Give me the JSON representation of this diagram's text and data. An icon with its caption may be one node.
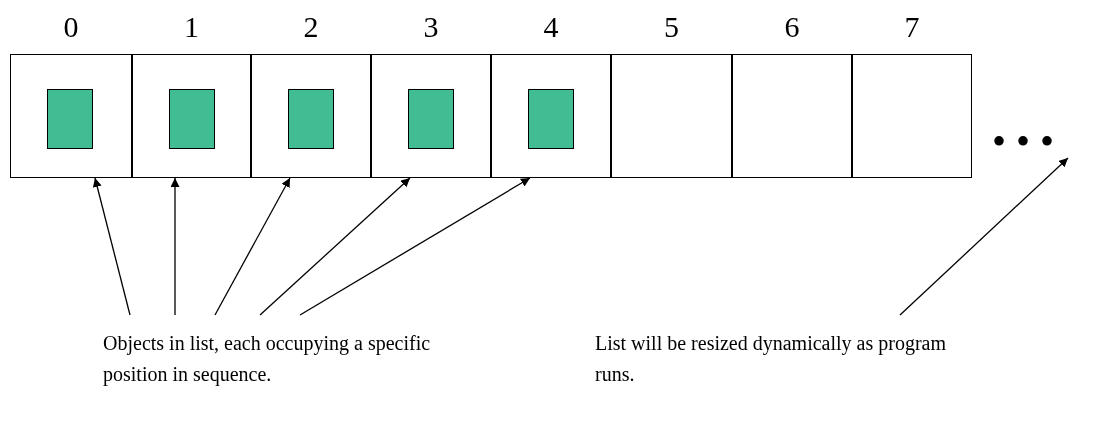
{
  "diagram": {
    "nodes": [
      {
        "text": [
          "0"
        ]
      },
      {
        "text": [],
        "shape": "box",
        "in": 0
      },
      {
        "text": [
          "1"
        ]
      },
      {
        "text": [],
        "shape": "box",
        "in": 2
      },
      {
        "text": [
          "2"
        ]
      },
      {
        "text": [],
        "shape": "box",
        "in": 4
      },
      {
        "text": [
          "3"
        ]
      },
      {
        "text": [],
        "shape": "box",
        "in": 6
      },
      {
        "text": [
          "4"
        ]
      },
      {
        "text": [],
        "shape": "box",
        "in": 8
      },
      {
        "text": [
          "5"
        ]
      },
      {
        "text": [
          "6"
        ]
      },
      {
        "text": [
          "7"
        ]
      },
      {
        "text": [
          "• • •"
        ]
      },
      {
        "text": [
          "Objects in list, each occupying a specific position in sequence."
        ]
      },
      {
        "text": [
          "List will be resized dynamically as program runs."
        ]
      }
    ],
    "edges": [
      {
        "from": 14,
        "to": 0,
        "arrow": "to"
      },
      {
        "from": 14,
        "to": 2,
        "arrow": "to"
      },
      {
        "from": 14,
        "to": 4,
        "arrow": "to"
      },
      {
        "from": 14,
        "to": 6,
        "arrow": "to"
      },
      {
        "from": 14,
        "to": 8,
        "arrow": "to"
      },
      {
        "from": 15,
        "to": 13,
        "arrow": "to"
      }
    ]
  }
}
